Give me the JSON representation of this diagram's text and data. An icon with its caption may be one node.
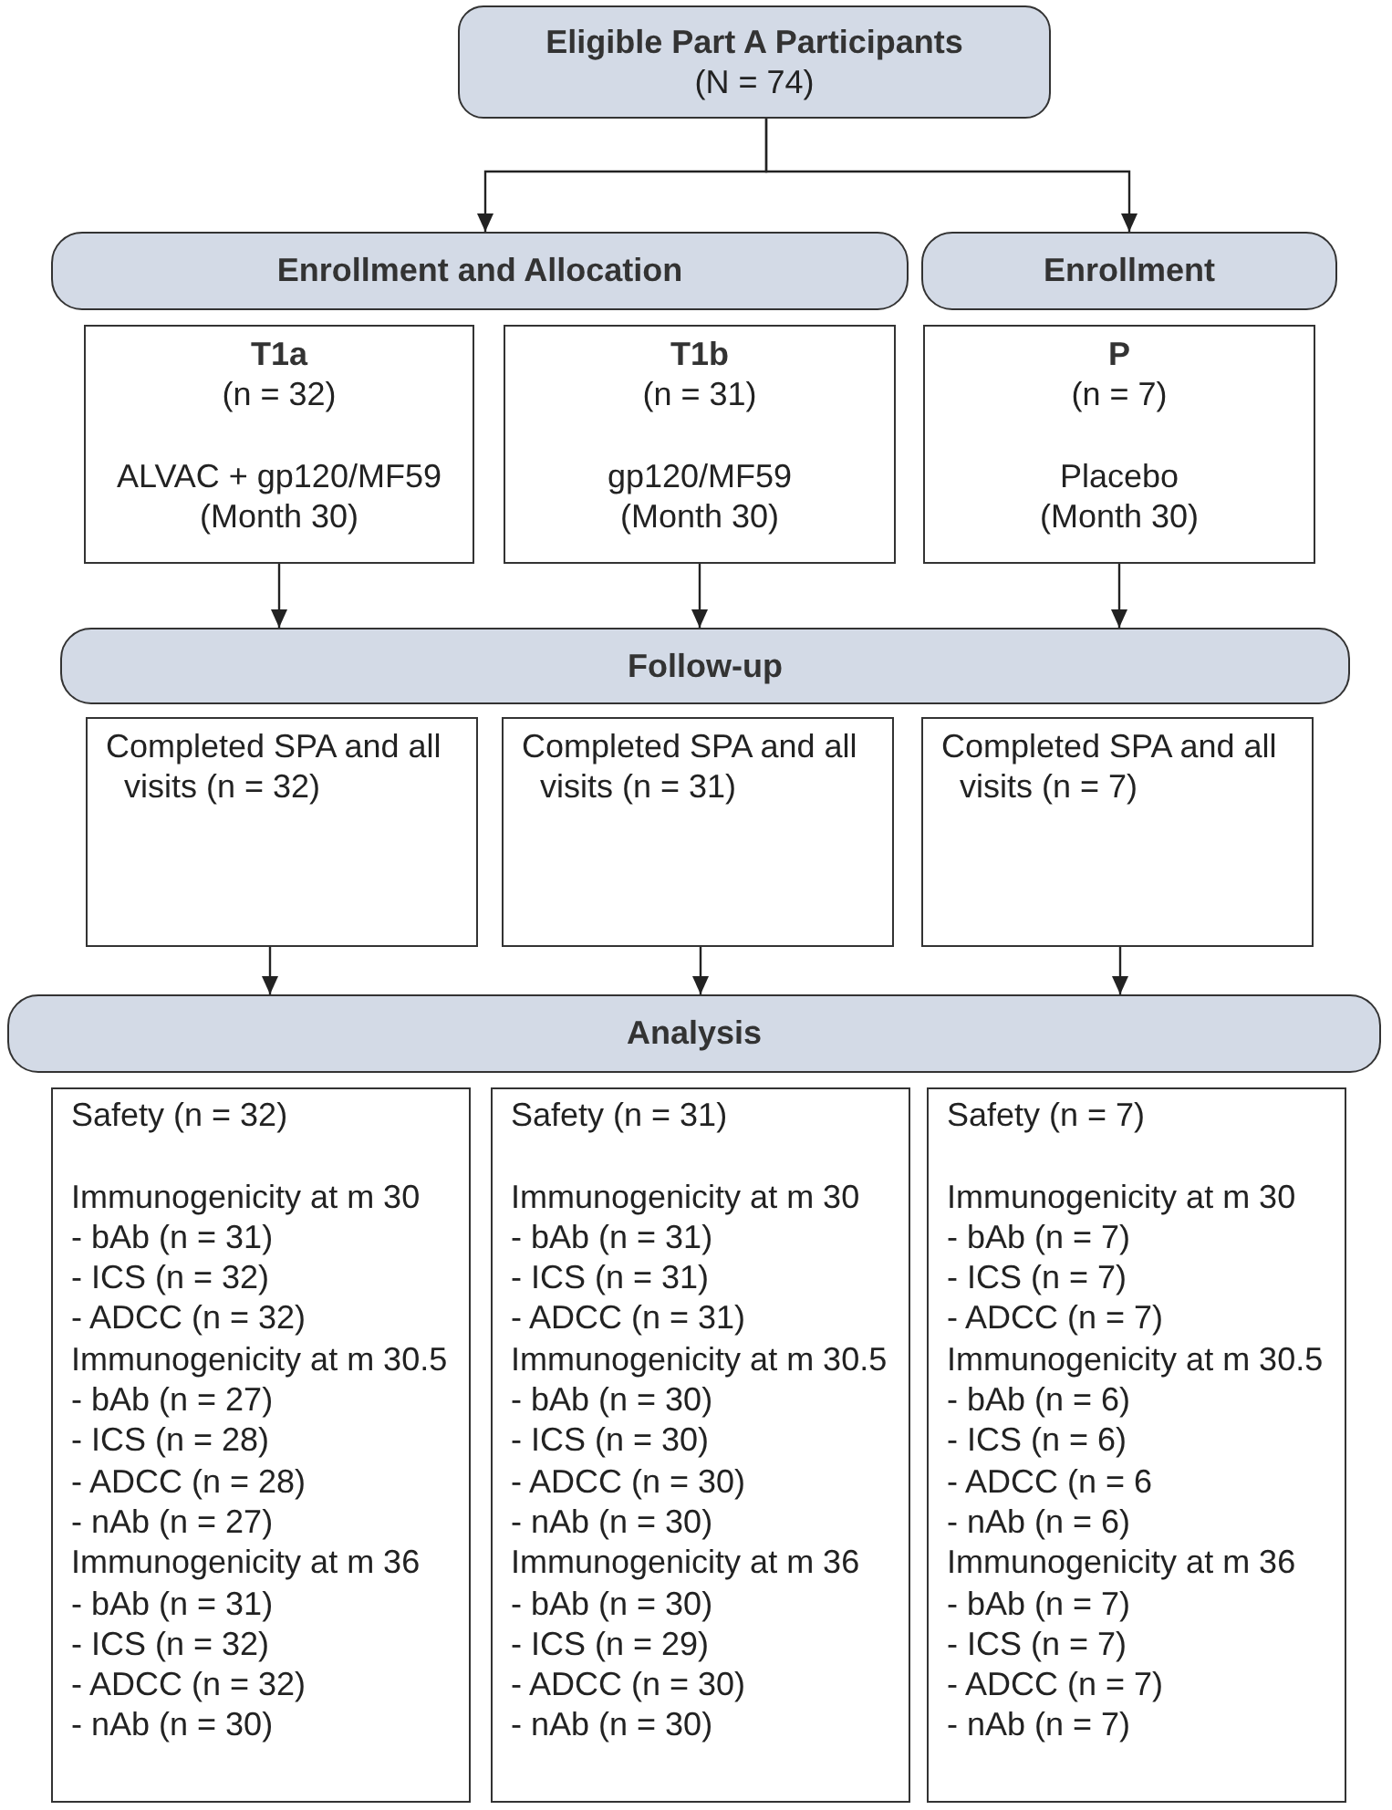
{
  "diagram": {
    "nodes": [
      {
        "text": [
          "Eligible Part A Participants",
          "(N = 74)"
        ]
      },
      {
        "text": [
          "Enrollment and Allocation"
        ]
      },
      {
        "text": [
          "Enrollment"
        ]
      },
      {
        "text": [
          "T1a",
          "(n = 32)",
          "ALVAC + gp120/MF59",
          "(Month 30)"
        ]
      },
      {
        "text": [
          "T1b",
          "(n = 31)",
          "gp120/MF59",
          "(Month 30)"
        ]
      },
      {
        "text": [
          "P",
          "(n = 7)",
          "Placebo",
          "(Month 30)"
        ]
      },
      {
        "text": [
          "Follow-up"
        ]
      },
      {
        "text": [
          "Completed SPA and all visits (n = 32)"
        ]
      },
      {
        "text": [
          "Completed SPA and all visits (n = 31)"
        ]
      },
      {
        "text": [
          "Completed SPA and all visits (n = 7)"
        ]
      },
      {
        "text": [
          "Analysis"
        ]
      },
      {
        "text": [
          "Safety (n = 32)",
          "Immunogenicity at m 30",
          "- bAb (n = 31)",
          "- ICS (n = 32)",
          "- ADCC (n = 32)",
          "Immunogenicity at m 30.5",
          "- bAb (n = 27)",
          "- ICS (n = 28)",
          "- ADCC (n = 28)",
          "- nAb (n = 27)",
          "Immunogenicity at m 36",
          "- bAb (n = 31)",
          "- ICS (n = 32)",
          "- ADCC (n = 32)",
          "- nAb (n = 30)"
        ]
      },
      {
        "text": [
          "Safety (n = 31)",
          "Immunogenicity at m 30",
          "- bAb (n = 31)",
          "- ICS (n = 31)",
          "- ADCC (n = 31)",
          "Immunogenicity at m 30.5",
          "- bAb (n = 30)",
          "- ICS (n = 30)",
          "- ADCC (n = 30)",
          "- nAb (n = 30)",
          "Immunogenicity at m 36",
          "- bAb (n = 30)",
          "- ICS (n = 29)",
          "- ADCC (n = 30)",
          "- nAb (n = 30)"
        ]
      },
      {
        "text": [
          "Safety (n = 7)",
          "Immunogenicity at m 30",
          "- bAb (n = 7)",
          "- ICS (n = 7)",
          "- ADCC (n = 7)",
          "Immunogenicity at m 30.5",
          "- bAb (n = 6)",
          "- ICS (n = 6)",
          "- ADCC (n = 6",
          "- nAb (n = 6)",
          "Immunogenicity at m 36",
          "- bAb (n = 7)",
          "- ICS (n = 7)",
          "- ADCC (n = 7)",
          "- nAb (n = 7)"
        ]
      }
    ],
    "edges": [
      {
        "from": 0,
        "to": 1,
        "arrow": "to"
      },
      {
        "from": 0,
        "to": 2,
        "arrow": "to"
      },
      {
        "from": 3,
        "to": 6,
        "arrow": "to"
      },
      {
        "from": 4,
        "to": 6,
        "arrow": "to"
      },
      {
        "from": 5,
        "to": 6,
        "arrow": "to"
      },
      {
        "from": 7,
        "to": 10,
        "arrow": "to"
      },
      {
        "from": 8,
        "to": 10,
        "arrow": "to"
      },
      {
        "from": 9,
        "to": 10,
        "arrow": "to"
      }
    ]
  }
}
